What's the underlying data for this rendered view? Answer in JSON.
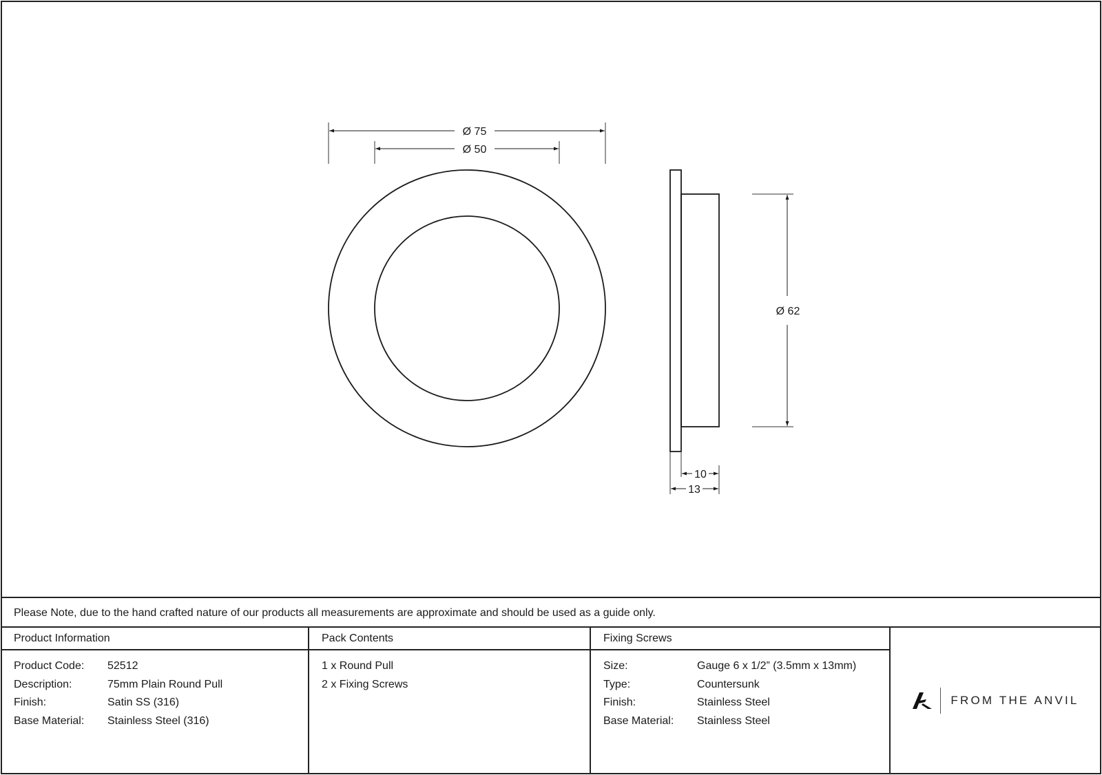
{
  "drawing": {
    "front_view": {
      "outer_diameter_label": "Ø 75",
      "inner_diameter_label": "Ø 50"
    },
    "side_view": {
      "body_diameter_label": "Ø 62",
      "body_depth_label": "10",
      "total_depth_label": "13"
    },
    "line_color": "#1a1a1a"
  },
  "note": "Please Note, due to the hand crafted nature of our products all measurements are approximate and should be used as a guide only.",
  "product_information": {
    "title": "Product Information",
    "rows": [
      {
        "label": "Product Code:",
        "value": "52512"
      },
      {
        "label": "Description:",
        "value": "75mm Plain Round Pull"
      },
      {
        "label": "Finish:",
        "value": "Satin SS (316)"
      },
      {
        "label": "Base Material:",
        "value": "Stainless Steel (316)"
      }
    ]
  },
  "pack_contents": {
    "title": "Pack Contents",
    "items": [
      "1 x Round Pull",
      "2 x Fixing Screws"
    ]
  },
  "fixing_screws": {
    "title": "Fixing Screws",
    "rows": [
      {
        "label": "Size:",
        "value": "Gauge 6 x 1/2” (3.5mm x 13mm)"
      },
      {
        "label": "Type:",
        "value": "Countersunk"
      },
      {
        "label": "Finish:",
        "value": "Stainless Steel"
      },
      {
        "label": "Base Material:",
        "value": "Stainless Steel"
      }
    ]
  },
  "brand": {
    "logo_icon": "anvil-a-logo-icon",
    "name": "FROM THE ANVIL"
  }
}
